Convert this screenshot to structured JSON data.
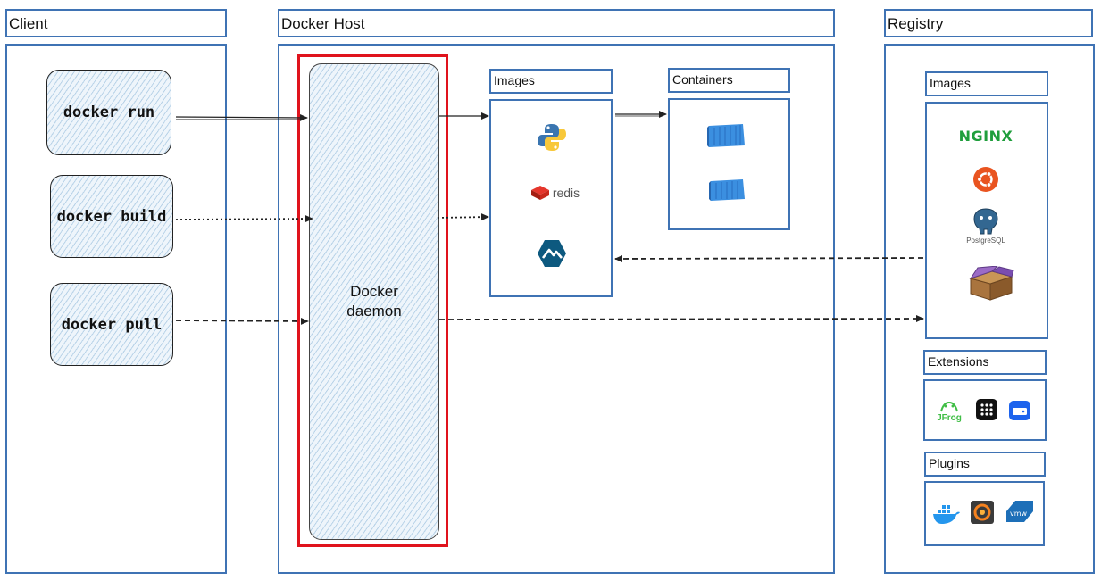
{
  "client": {
    "title": "Client",
    "commands": [
      "docker run",
      "docker build",
      "docker pull"
    ]
  },
  "host": {
    "title": "Docker Host",
    "daemon_line1": "Docker",
    "daemon_line2": "daemon",
    "images_title": "Images",
    "containers_title": "Containers",
    "images": [
      "python-icon",
      "redis-icon",
      "alpine-icon"
    ],
    "redis_label": "redis"
  },
  "registry": {
    "title": "Registry",
    "images_title": "Images",
    "extensions_title": "Extensions",
    "plugins_title": "Plugins",
    "nginx_label": "NGINX",
    "postgres_label": "PostgreSQL",
    "jfrog_label": "JFrog",
    "vmware_label": "vmw"
  },
  "colors": {
    "box_border": "#3f73b4",
    "highlight": "#e0131d",
    "container_blue": "#3b8fe0",
    "nginx_green": "#1f9e3c",
    "ubuntu_orange": "#e95420"
  }
}
